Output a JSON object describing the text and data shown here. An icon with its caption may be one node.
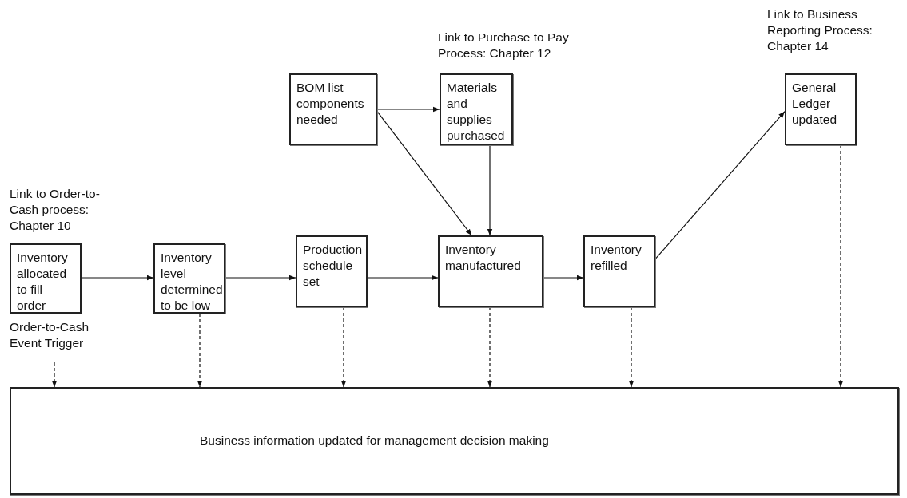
{
  "diagram": {
    "nodes": [
      {
        "text": [
          "Inventory allocated to fill order"
        ],
        "beside": [
          "Link to Order-to-Cash process: Chapter 10"
        ]
      },
      {
        "text": [
          "Inventory level determined to be low"
        ]
      },
      {
        "text": [
          "Production schedule set"
        ]
      },
      {
        "text": [
          "BOM list components needed"
        ]
      },
      {
        "text": [
          "Materials and supplies purchased"
        ],
        "beside": [
          "Link to Purchase to Pay Process: Chapter 12"
        ]
      },
      {
        "text": [
          "Inventory manufactured"
        ]
      },
      {
        "text": [
          "Inventory refilled"
        ]
      },
      {
        "text": [
          "General Ledger updated"
        ],
        "beside": [
          "Link to Business Reporting Process: Chapter 14"
        ]
      },
      {
        "text": [
          "Business information updated for management decision making"
        ]
      },
      {
        "text": [
          "Order-to-Cash Event Trigger"
        ]
      }
    ],
    "edges": [
      {
        "from": 0,
        "to": 1,
        "arrow": "to"
      },
      {
        "from": 1,
        "to": 2,
        "arrow": "to"
      },
      {
        "from": 2,
        "to": 5,
        "arrow": "to"
      },
      {
        "from": 5,
        "to": 6,
        "arrow": "to"
      },
      {
        "from": 3,
        "to": 4,
        "arrow": "to"
      },
      {
        "from": 3,
        "to": 5,
        "arrow": "to"
      },
      {
        "from": 4,
        "to": 5,
        "arrow": "to"
      },
      {
        "from": 6,
        "to": 7,
        "arrow": "to"
      },
      {
        "from": 9,
        "to": 8,
        "arrow": "to",
        "style": "dashed"
      },
      {
        "from": 1,
        "to": 8,
        "arrow": "to",
        "style": "dashed"
      },
      {
        "from": 2,
        "to": 8,
        "arrow": "to",
        "style": "dashed"
      },
      {
        "from": 5,
        "to": 8,
        "arrow": "to",
        "style": "dashed"
      },
      {
        "from": 6,
        "to": 8,
        "arrow": "to",
        "style": "dashed"
      },
      {
        "from": 7,
        "to": 8,
        "arrow": "to",
        "style": "dashed"
      }
    ]
  }
}
